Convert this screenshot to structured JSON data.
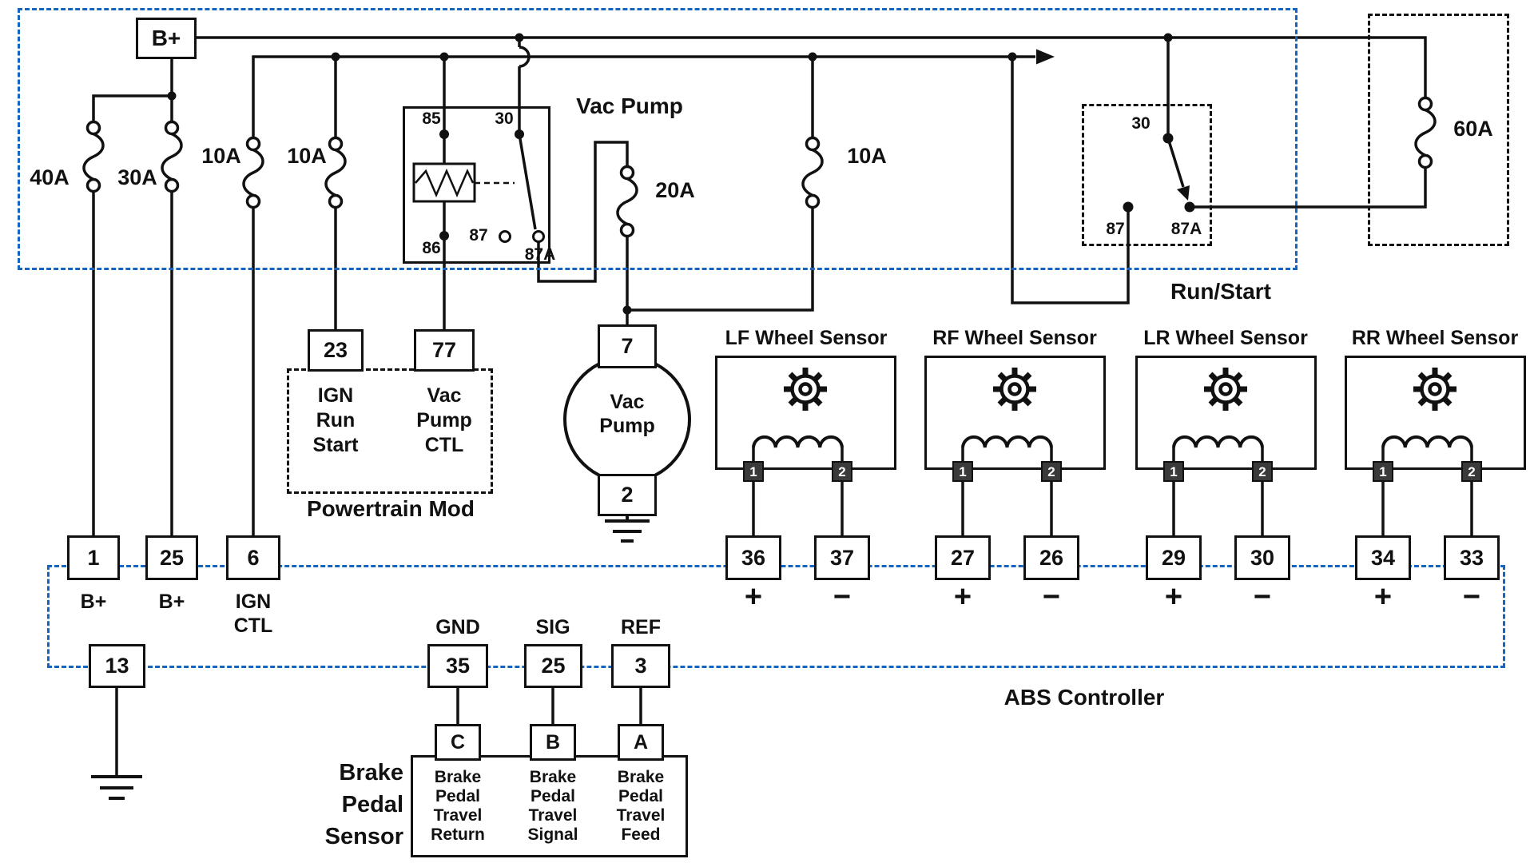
{
  "labels": {
    "bplus": "B+",
    "fuse_40": "40A",
    "fuse_30": "30A",
    "fuse_10_left1": "10A",
    "fuse_10_left2": "10A",
    "fuse_20": "20A",
    "fuse_10_right": "10A",
    "fuse_60": "60A",
    "vac_pump_top": "Vac Pump",
    "run_start": "Run/Start",
    "powertrain_mod": "Powertrain Mod",
    "abs_controller": "ABS Controller"
  },
  "colors": {
    "wire": "#111111",
    "box_blue": "#1565c0"
  },
  "vac_relay": {
    "p85": "85",
    "p30": "30",
    "p86": "86",
    "p87": "87",
    "p87a": "87A"
  },
  "run_start_relay": {
    "p30": "30",
    "p87": "87",
    "p87a": "87A"
  },
  "powertrain": {
    "t23": "23",
    "t77": "77",
    "ign_lines": [
      "IGN",
      "Run",
      "Start"
    ],
    "vac_lines": [
      "Vac",
      "Pump",
      "CTL"
    ]
  },
  "pump": {
    "t7": "7",
    "name_lines": [
      "Vac",
      "Pump"
    ],
    "t2": "2"
  },
  "sensors": [
    {
      "label": "LF Wheel Sensor",
      "t1": "1",
      "t2": "2",
      "pin_plus": "36",
      "pin_minus": "37",
      "plus": "+",
      "minus": "−"
    },
    {
      "label": "RF Wheel Sensor",
      "t1": "1",
      "t2": "2",
      "pin_plus": "27",
      "pin_minus": "26",
      "plus": "+",
      "minus": "−"
    },
    {
      "label": "LR Wheel Sensor",
      "t1": "1",
      "t2": "2",
      "pin_plus": "29",
      "pin_minus": "30",
      "plus": "+",
      "minus": "−"
    },
    {
      "label": "RR Wheel Sensor",
      "t1": "1",
      "t2": "2",
      "pin_plus": "34",
      "pin_minus": "33",
      "plus": "+",
      "minus": "−"
    }
  ],
  "abs": {
    "p1": "1",
    "p25": "25",
    "p6": "6",
    "p13": "13",
    "p35": "35",
    "p25b": "25",
    "p3": "3",
    "bplus_1": "B+",
    "bplus_2": "B+",
    "ign": "IGN",
    "ctl": "CTL",
    "gnd": "GND",
    "sig": "SIG",
    "ref": "REF"
  },
  "brake": {
    "title_lines": [
      "Brake",
      "Pedal",
      "Sensor"
    ],
    "c": "C",
    "b": "B",
    "a": "A",
    "cols": [
      [
        "Brake",
        "Pedal",
        "Travel",
        "Return"
      ],
      [
        "Brake",
        "Pedal",
        "Travel",
        "Signal"
      ],
      [
        "Brake",
        "Pedal",
        "Travel",
        "Feed"
      ]
    ]
  }
}
